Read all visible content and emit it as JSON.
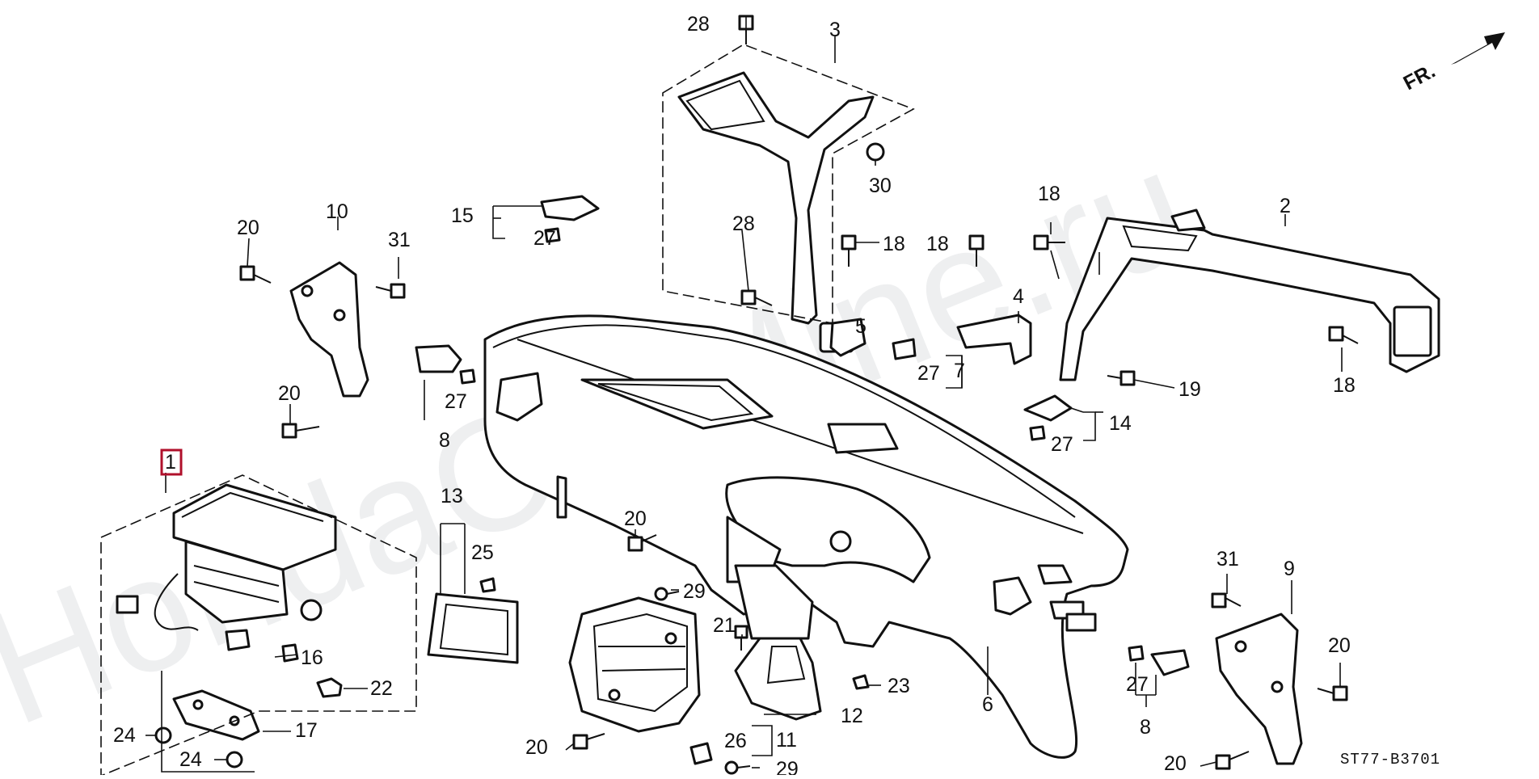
{
  "watermark": "HondaCarMine.ru",
  "diagram_code": "ST77-B3701",
  "front_indicator": "FR.",
  "accent_color": "#b0102b",
  "callouts": {
    "c1": "1",
    "c2": "2",
    "c3": "3",
    "c4": "4",
    "c5": "5",
    "c6": "6",
    "c7": "7",
    "c8_left": "8",
    "c8_right": "8",
    "c9": "9",
    "c10": "10",
    "c11": "11",
    "c12": "12",
    "c13": "13",
    "c14": "14",
    "c15": "15",
    "c16": "16",
    "c17": "17",
    "c18_a": "18",
    "c18_b": "18",
    "c18_c": "18",
    "c18_d": "18",
    "c19": "19",
    "c20_a": "20",
    "c20_b": "20",
    "c20_c": "20",
    "c20_d": "20",
    "c20_e": "20",
    "c20_f": "20",
    "c21": "21",
    "c22": "22",
    "c23": "23",
    "c24_a": "24",
    "c24_b": "24",
    "c25": "25",
    "c26": "26",
    "c27_a": "27",
    "c27_b": "27",
    "c27_c": "27",
    "c27_d": "27",
    "c27_e": "27",
    "c28_a": "28",
    "c28_b": "28",
    "c29_a": "29",
    "c29_b": "29",
    "c30": "30",
    "c31_a": "31",
    "c31_b": "31"
  }
}
